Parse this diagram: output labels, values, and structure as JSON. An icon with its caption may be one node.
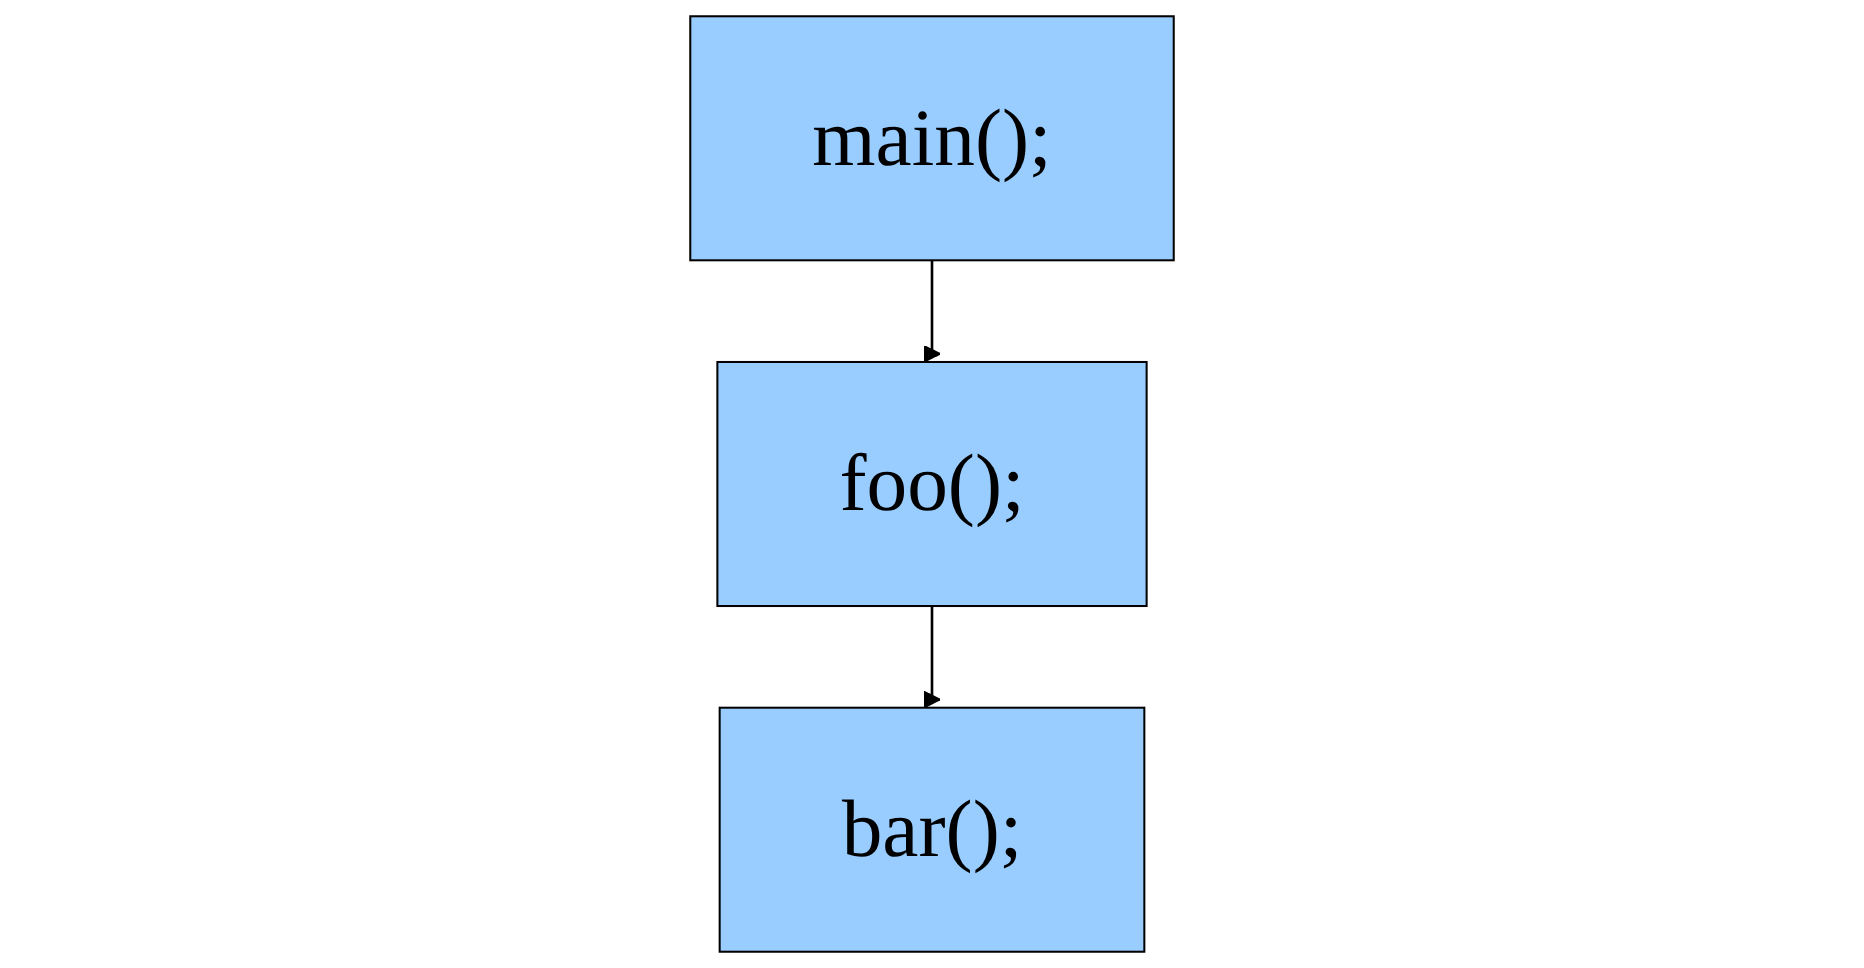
{
  "diagram": {
    "nodes": [
      {
        "text": [
          "main();"
        ]
      },
      {
        "text": [
          "foo();"
        ]
      },
      {
        "text": [
          "bar();"
        ]
      }
    ],
    "edges": [
      {
        "from": 0,
        "to": 1,
        "arrow": "to"
      },
      {
        "from": 1,
        "to": 2,
        "arrow": "to"
      }
    ]
  }
}
